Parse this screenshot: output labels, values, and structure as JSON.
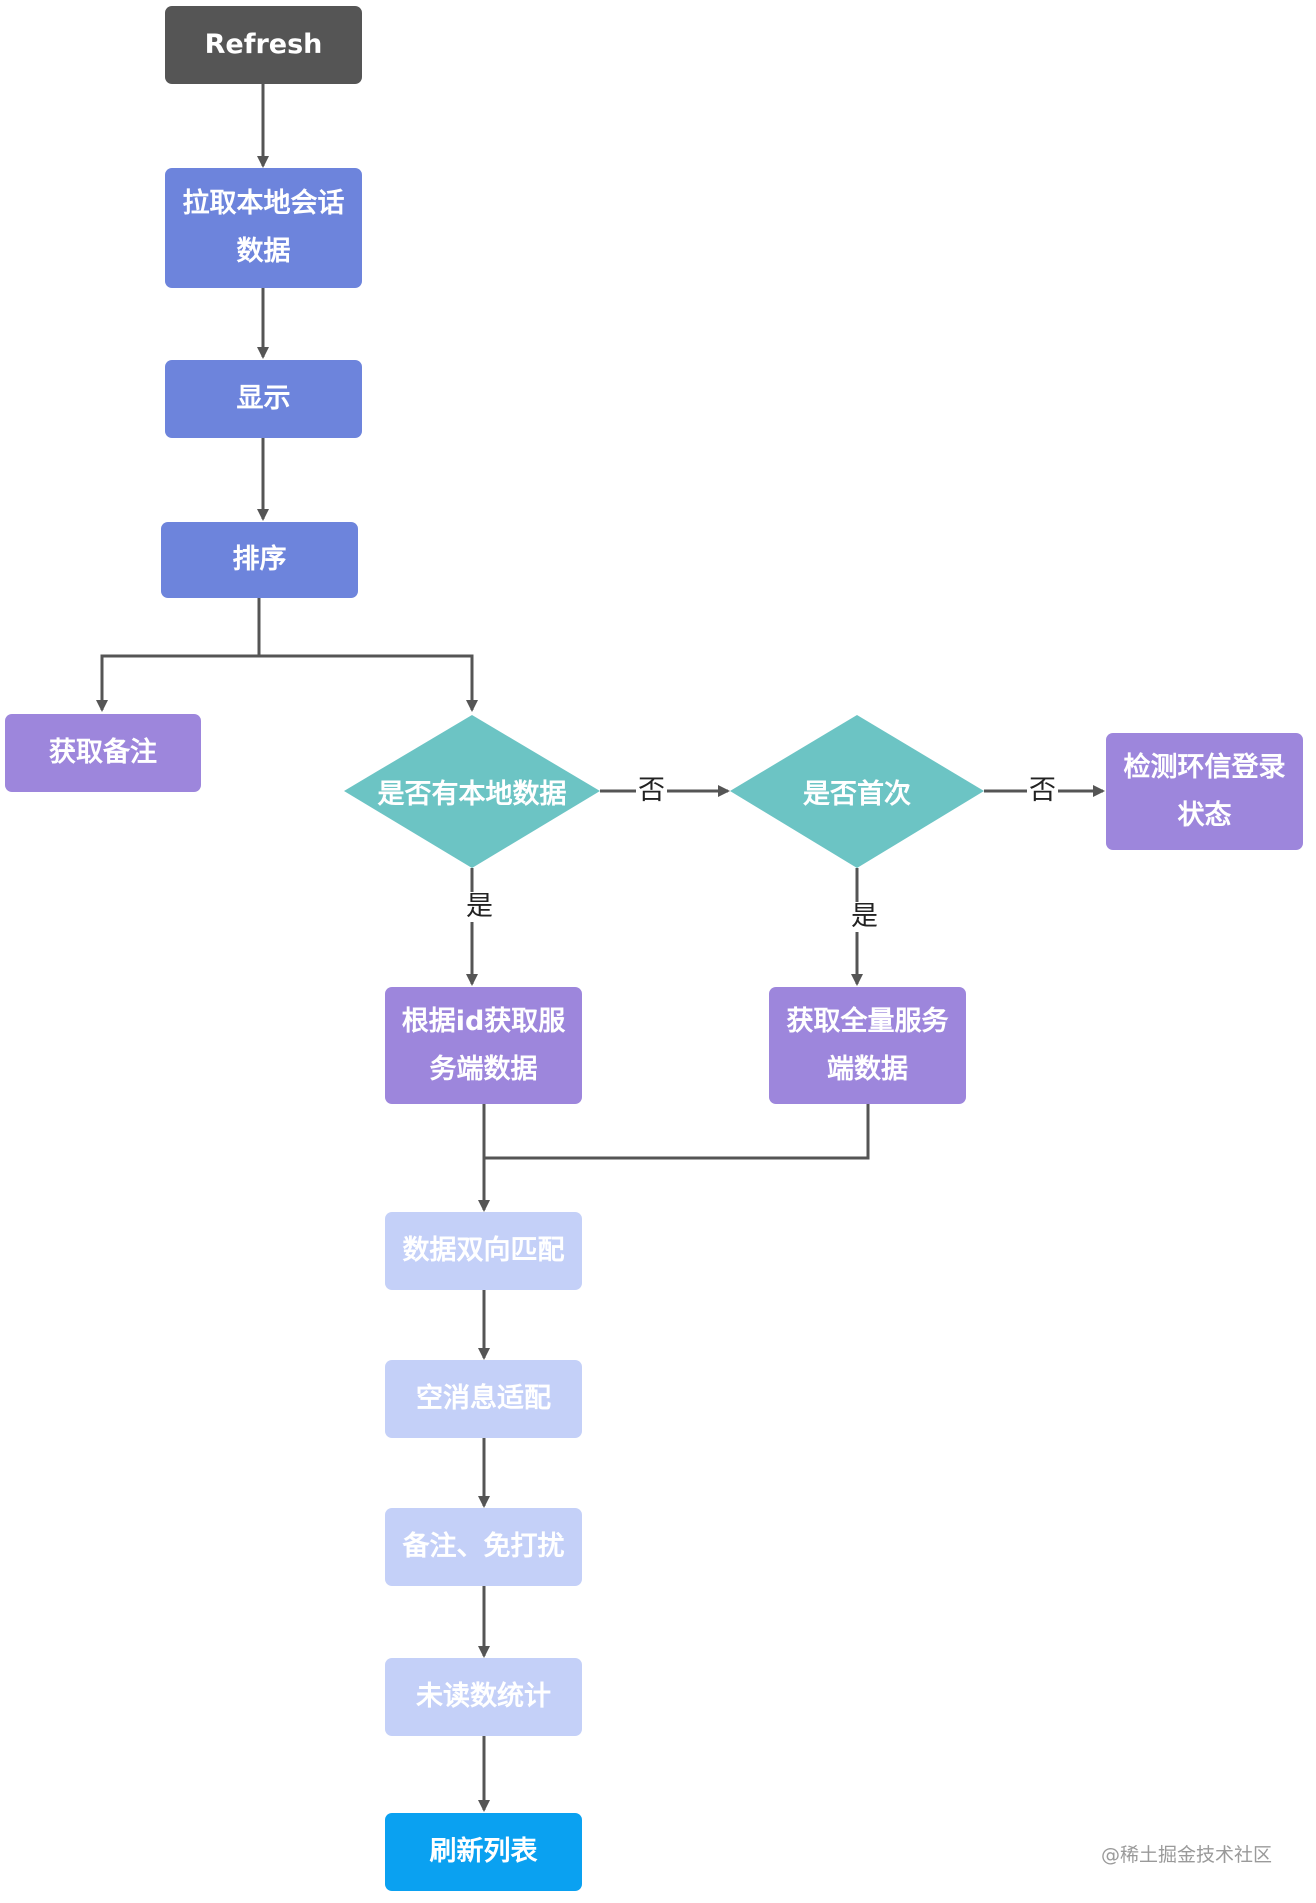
{
  "nodes": {
    "refresh": "Refresh",
    "pull_local": "拉取本地会话数据",
    "display": "显示",
    "sort": "排序",
    "get_remark": "获取备注",
    "has_local": "是否有本地数据",
    "is_first": "是否首次",
    "check_login": "检测环信登录状态",
    "fetch_by_id": "根据id获取服务端数据",
    "fetch_all": "获取全量服务端数据",
    "bidirectional_match": "数据双向匹配",
    "empty_msg": "空消息适配",
    "remark_dnd": "备注、免打扰",
    "unread_count": "未读数统计",
    "refresh_list": "刷新列表"
  },
  "labels": {
    "no_1": "否",
    "no_2": "否",
    "yes_1": "是",
    "yes_2": "是"
  },
  "watermark": "@稀土掘金技术社区",
  "colors": {
    "start": "#555555",
    "process": "#6d84dc",
    "action": "#9d86dc",
    "decision": "#6cc4c4",
    "pending": "#c4d0f8",
    "end": "#0aa1f1",
    "edge": "#555555"
  }
}
